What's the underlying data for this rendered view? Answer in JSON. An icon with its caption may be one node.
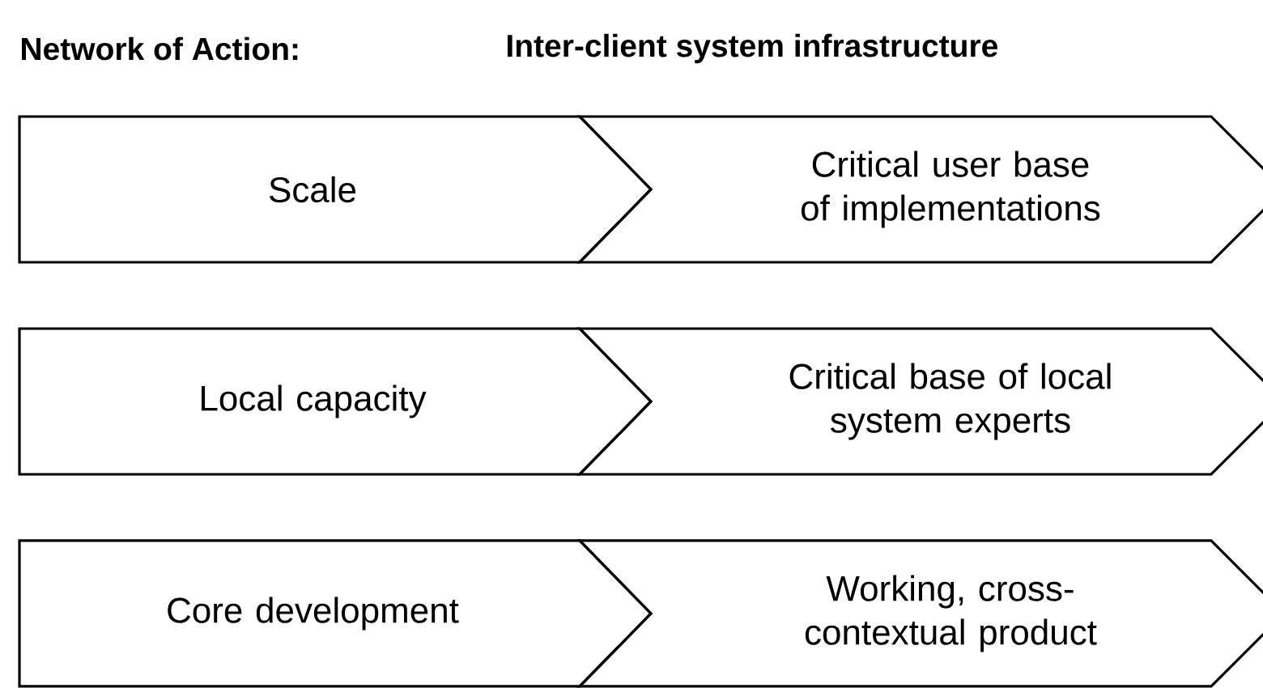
{
  "diagram": {
    "nodes": [
      {
        "text": [
          "Scale"
        ]
      },
      {
        "text": [
          "Critical user base of implementations"
        ]
      },
      {
        "text": [
          "Local capacity"
        ]
      },
      {
        "text": [
          "Critical base of local system experts"
        ]
      },
      {
        "text": [
          "Core development"
        ]
      },
      {
        "text": [
          "Working, cross-contextual product"
        ]
      }
    ],
    "labels": [
      "Network of Action:",
      "Inter-client system infrastructure"
    ]
  }
}
